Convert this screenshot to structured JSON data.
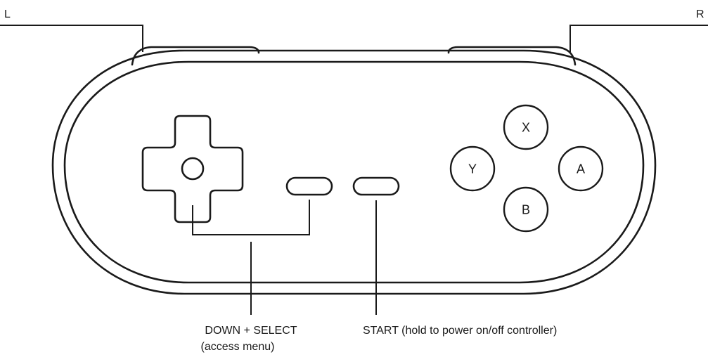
{
  "shoulder": {
    "left": "L",
    "right": "R"
  },
  "face_buttons": {
    "x": "X",
    "y": "Y",
    "a": "A",
    "b": "B"
  },
  "callouts": {
    "down_select_line1": "DOWN + SELECT",
    "down_select_line2": "(access menu)",
    "start": "START (hold to power on/off controller)"
  }
}
